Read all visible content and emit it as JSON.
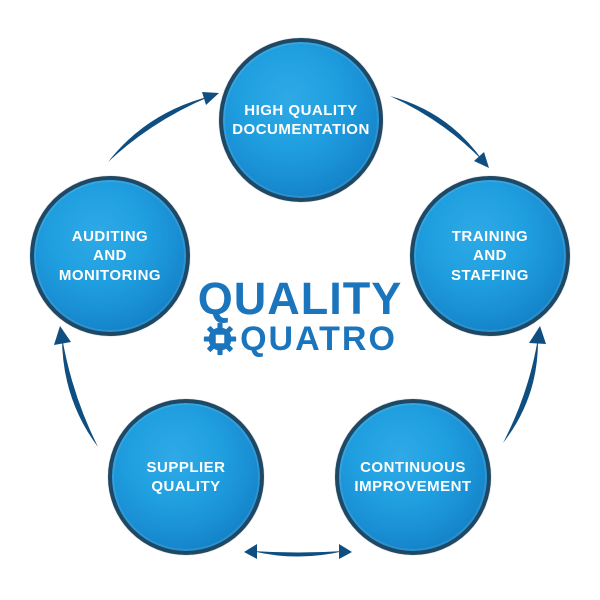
{
  "diagram": {
    "logo": {
      "line1": "QUALITY",
      "line2": "QUATRO",
      "color": "#1b75bc"
    },
    "nodes": [
      {
        "id": "high-quality-documentation",
        "label": "HIGH QUALITY\nDOCUMENTATION"
      },
      {
        "id": "auditing-and-monitoring",
        "label": "AUDITING\nAND\nMONITORING"
      },
      {
        "id": "training-and-staffing",
        "label": "TRAINING\nAND\nSTAFFING"
      },
      {
        "id": "supplier-quality",
        "label": "SUPPLIER\nQUALITY"
      },
      {
        "id": "continuous-improvement",
        "label": "CONTINUOUS\nIMPROVEMENT"
      }
    ],
    "connectors": [
      {
        "from": "auditing-and-monitoring",
        "to": "high-quality-documentation",
        "arrow": "single"
      },
      {
        "from": "high-quality-documentation",
        "to": "training-and-staffing",
        "arrow": "single"
      },
      {
        "from": "continuous-improvement",
        "to": "training-and-staffing",
        "arrow": "single"
      },
      {
        "from": "supplier-quality",
        "to": "auditing-and-monitoring",
        "arrow": "single"
      },
      {
        "from": "supplier-quality",
        "to": "continuous-improvement",
        "arrow": "double"
      }
    ],
    "colors": {
      "node_fill_center": "#2fa9e6",
      "node_fill_edge": "#0e6cb0",
      "node_ring": "#1e4864",
      "arrow": "#0f4e80",
      "node_text": "#ffffff",
      "logo_blue": "#1b75bc",
      "background": "#ffffff"
    }
  }
}
